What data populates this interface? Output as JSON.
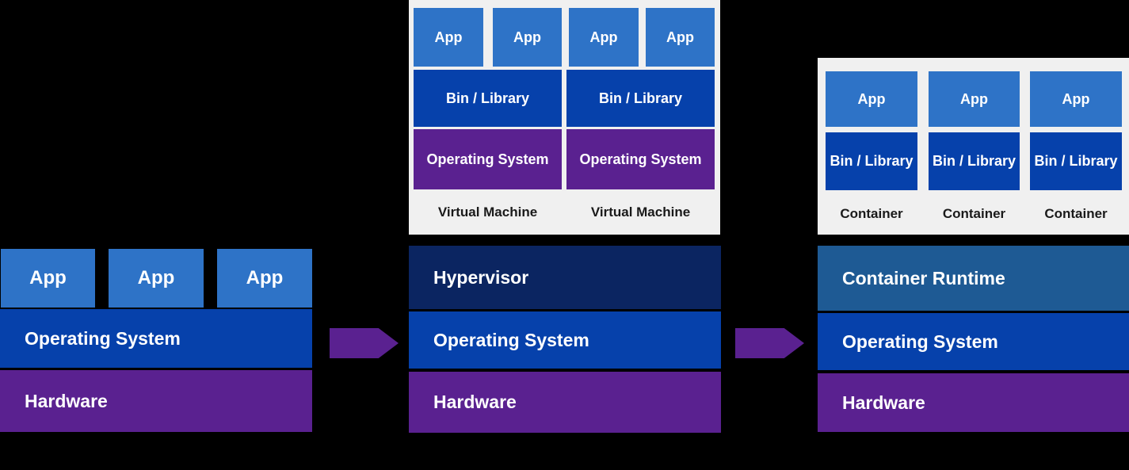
{
  "colors": {
    "background": "#000000",
    "panel_gray": "#f0f0f0",
    "app_blue": "#2e73c7",
    "dark_blue": "#0641ab",
    "hypervisor_navy": "#0b2561",
    "runtime_steel_blue": "#1e5a94",
    "purple": "#5a2190",
    "label_white": "#ffffff",
    "caption_black": "#1a1a1a"
  },
  "left_stack": {
    "apps": [
      "App",
      "App",
      "App"
    ],
    "os_label": "Operating System",
    "hardware_label": "Hardware"
  },
  "middle_stack": {
    "vms": [
      {
        "apps": [
          "App",
          "App"
        ],
        "bin_label": "Bin / Library",
        "os_label": "Operating System",
        "caption": "Virtual Machine"
      },
      {
        "apps": [
          "App",
          "App"
        ],
        "bin_label": "Bin / Library",
        "os_label": "Operating System",
        "caption": "Virtual Machine"
      }
    ],
    "hypervisor_label": "Hypervisor",
    "os_label": "Operating System",
    "hardware_label": "Hardware"
  },
  "right_stack": {
    "containers": [
      {
        "app": "App",
        "bin_label": "Bin / Library",
        "caption": "Container"
      },
      {
        "app": "App",
        "bin_label": "Bin / Library",
        "caption": "Container"
      },
      {
        "app": "App",
        "bin_label": "Bin / Library",
        "caption": "Container"
      }
    ],
    "runtime_label": "Container Runtime",
    "os_label": "Operating System",
    "hardware_label": "Hardware"
  }
}
